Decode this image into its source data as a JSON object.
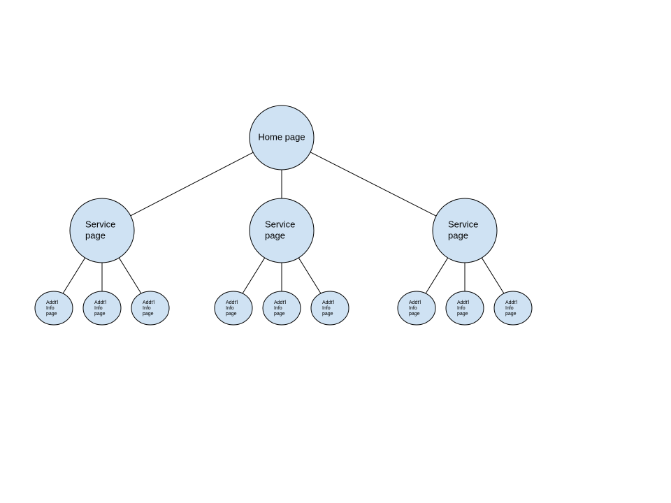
{
  "diagram": {
    "colors": {
      "node_fill": "#cfe2f3",
      "node_stroke": "#000000",
      "edge": "#000000",
      "background": "#ffffff"
    },
    "root": {
      "label_lines": [
        "Home page"
      ]
    },
    "services": [
      {
        "label_lines": [
          "Service",
          "page"
        ],
        "children": [
          {
            "label_lines": [
              "Addt'l",
              "Info",
              "page"
            ]
          },
          {
            "label_lines": [
              "Addt'l",
              "Info",
              "page"
            ]
          },
          {
            "label_lines": [
              "Addt'l",
              "Info",
              "page"
            ]
          }
        ]
      },
      {
        "label_lines": [
          "Service",
          "page"
        ],
        "children": [
          {
            "label_lines": [
              "Addt'l",
              "Info",
              "page"
            ]
          },
          {
            "label_lines": [
              "Addt'l",
              "Info",
              "page"
            ]
          },
          {
            "label_lines": [
              "Addt'l",
              "Info",
              "page"
            ]
          }
        ]
      },
      {
        "label_lines": [
          "Service",
          "page"
        ],
        "children": [
          {
            "label_lines": [
              "Addt'l",
              "Info",
              "page"
            ]
          },
          {
            "label_lines": [
              "Addt'l",
              "Info",
              "page"
            ]
          },
          {
            "label_lines": [
              "Addt'l",
              "Info",
              "page"
            ]
          }
        ]
      }
    ]
  }
}
